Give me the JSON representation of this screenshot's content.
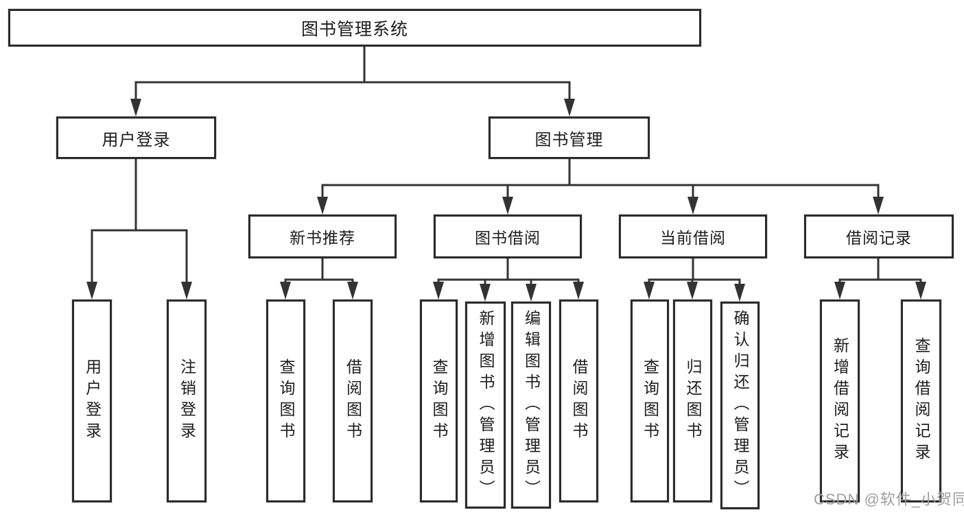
{
  "diagram": {
    "type": "hierarchy-tree",
    "tree": {
      "root": "图书管理系统",
      "children": [
        {
          "label": "用户登录",
          "children": [
            "用户登录",
            "注销登录"
          ]
        },
        {
          "label": "图书管理",
          "children": [
            {
              "label": "新书推荐",
              "children": [
                "查询图书",
                "借阅图书"
              ]
            },
            {
              "label": "图书借阅",
              "children": [
                "查询图书",
                "新增图书（管理员）",
                "编辑图书（管理员）",
                "借阅图书"
              ]
            },
            {
              "label": "当前借阅",
              "children": [
                "查询图书",
                "归还图书",
                "确认归还（管理员）"
              ]
            },
            {
              "label": "借阅记录",
              "children": [
                "新增借阅记录",
                "查询借阅记录"
              ]
            }
          ]
        }
      ]
    },
    "watermark": "CSDN @软件_小贺同学",
    "colors": {
      "line": "#333333",
      "box_border": "#2b2b2b",
      "text": "#1c1c1c",
      "watermark": "#9e9e9e",
      "background": "#ffffff"
    }
  }
}
